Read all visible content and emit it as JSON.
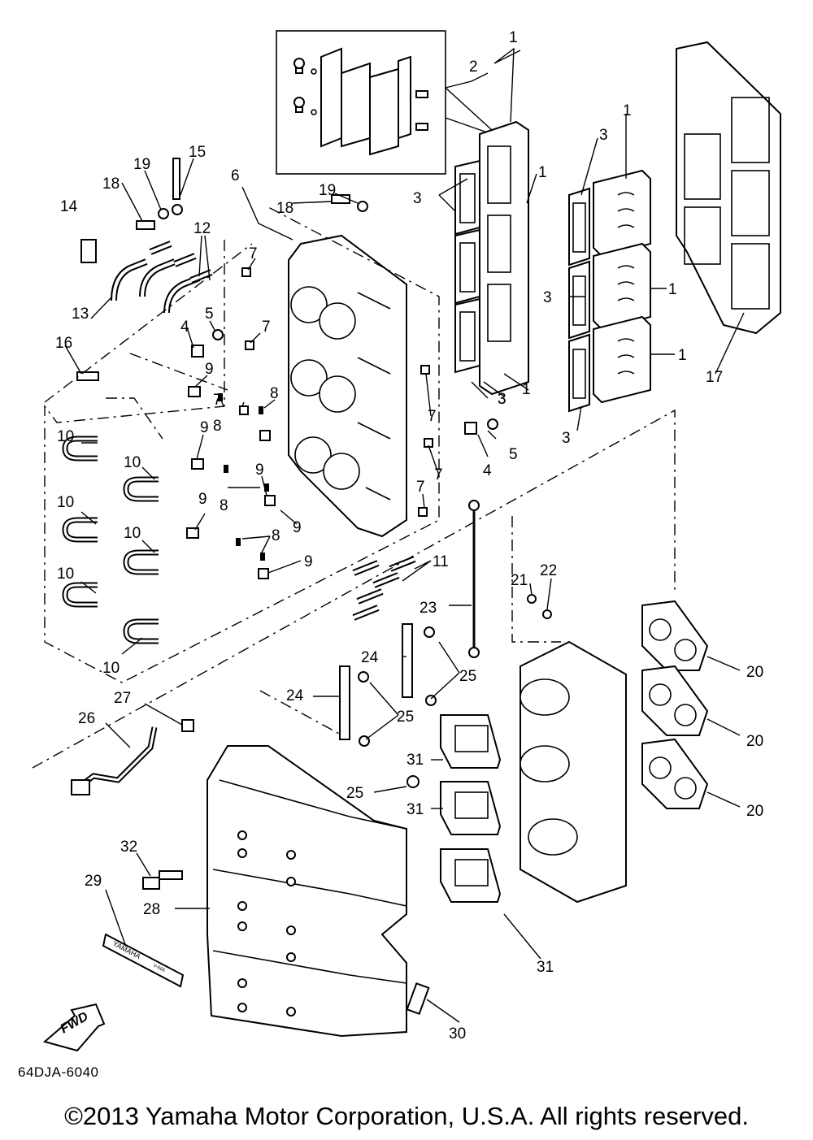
{
  "diagram": {
    "code": "64DJA-6040",
    "fwd_label": "FWD",
    "decal_text": "YAMAHA",
    "decal_subtext": "V-666",
    "callouts": [
      {
        "id": "c1a",
        "label": "1"
      },
      {
        "id": "c2",
        "label": "2"
      },
      {
        "id": "c1b",
        "label": "1"
      },
      {
        "id": "c3a",
        "label": "3"
      },
      {
        "id": "c1c",
        "label": "1"
      },
      {
        "id": "c3b",
        "label": "3"
      },
      {
        "id": "c3c",
        "label": "3"
      },
      {
        "id": "c1d",
        "label": "1"
      },
      {
        "id": "c1e",
        "label": "1"
      },
      {
        "id": "c1f",
        "label": "1"
      },
      {
        "id": "c3d",
        "label": "3"
      },
      {
        "id": "c3e",
        "label": "3"
      },
      {
        "id": "c17",
        "label": "17"
      },
      {
        "id": "c15",
        "label": "15"
      },
      {
        "id": "c19a",
        "label": "19"
      },
      {
        "id": "c18a",
        "label": "18"
      },
      {
        "id": "c6",
        "label": "6"
      },
      {
        "id": "c19b",
        "label": "19"
      },
      {
        "id": "c18b",
        "label": "18"
      },
      {
        "id": "c14",
        "label": "14"
      },
      {
        "id": "c12",
        "label": "12"
      },
      {
        "id": "c13",
        "label": "13"
      },
      {
        "id": "c7a",
        "label": "7"
      },
      {
        "id": "c5a",
        "label": "5"
      },
      {
        "id": "c4a",
        "label": "4"
      },
      {
        "id": "c7b",
        "label": "7"
      },
      {
        "id": "c16",
        "label": "16"
      },
      {
        "id": "c9a",
        "label": "9"
      },
      {
        "id": "c7c",
        "label": "7"
      },
      {
        "id": "c8a",
        "label": "8"
      },
      {
        "id": "c8b",
        "label": "8"
      },
      {
        "id": "c7d",
        "label": "7"
      },
      {
        "id": "c9b",
        "label": "9"
      },
      {
        "id": "c10a",
        "label": "10"
      },
      {
        "id": "c10b",
        "label": "10"
      },
      {
        "id": "c9c",
        "label": "9"
      },
      {
        "id": "c8c",
        "label": "8"
      },
      {
        "id": "c7e",
        "label": "7"
      },
      {
        "id": "c5b",
        "label": "5"
      },
      {
        "id": "c4b",
        "label": "4"
      },
      {
        "id": "c3f",
        "label": "3"
      },
      {
        "id": "c10c",
        "label": "10"
      },
      {
        "id": "c9d",
        "label": "9"
      },
      {
        "id": "c7f",
        "label": "7"
      },
      {
        "id": "c10d",
        "label": "10"
      },
      {
        "id": "c9e",
        "label": "9"
      },
      {
        "id": "c8d",
        "label": "8"
      },
      {
        "id": "c10e",
        "label": "10"
      },
      {
        "id": "c9f",
        "label": "9"
      },
      {
        "id": "c11",
        "label": "11"
      },
      {
        "id": "c10f",
        "label": "10"
      },
      {
        "id": "c21",
        "label": "21"
      },
      {
        "id": "c22",
        "label": "22"
      },
      {
        "id": "c23",
        "label": "23"
      },
      {
        "id": "c24a",
        "label": "24"
      },
      {
        "id": "c25a",
        "label": "25"
      },
      {
        "id": "c20a",
        "label": "20"
      },
      {
        "id": "c24b",
        "label": "24"
      },
      {
        "id": "c27",
        "label": "27"
      },
      {
        "id": "c26",
        "label": "26"
      },
      {
        "id": "c25b",
        "label": "25"
      },
      {
        "id": "c20b",
        "label": "20"
      },
      {
        "id": "c31a",
        "label": "31"
      },
      {
        "id": "c25c",
        "label": "25"
      },
      {
        "id": "c31b",
        "label": "31"
      },
      {
        "id": "c20c",
        "label": "20"
      },
      {
        "id": "c32",
        "label": "32"
      },
      {
        "id": "c29",
        "label": "29"
      },
      {
        "id": "c28",
        "label": "28"
      },
      {
        "id": "c31c",
        "label": "31"
      },
      {
        "id": "c30",
        "label": "30"
      }
    ]
  },
  "footer": {
    "copyright": "©2013 Yamaha Motor Corporation, U.S.A. All rights reserved."
  }
}
